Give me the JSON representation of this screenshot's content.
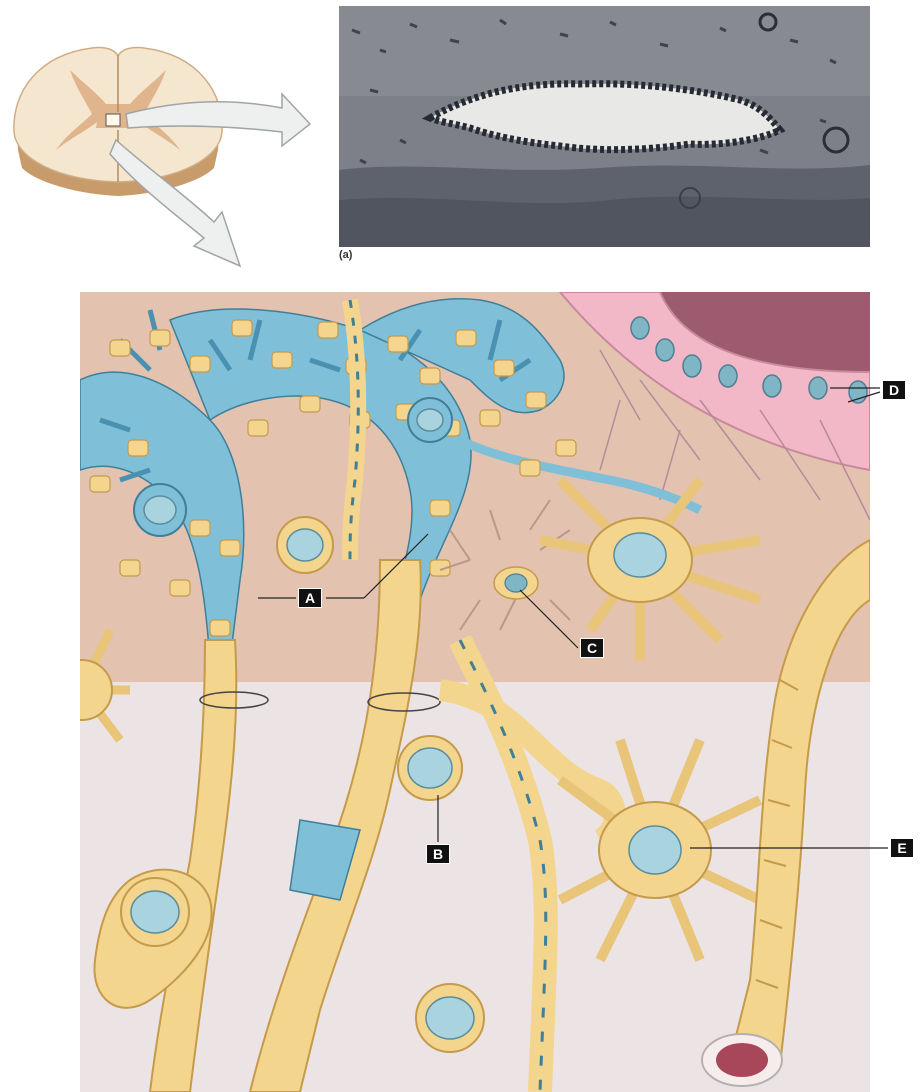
{
  "figure": {
    "caption": "(a)",
    "labels": {
      "a": "A",
      "b": "B",
      "c": "C",
      "d": "D",
      "e": "E"
    }
  },
  "colors": {
    "myelin": "#f3d58e",
    "myelin_outline": "#c59a4a",
    "ependymal_cytoplasm": "#7fc0d8",
    "nucleus": "#a8d3df",
    "gray_matter_bg": "#e3c2b0",
    "white_matter_bg": "#ece4e4",
    "ependyma": "#f2b8c8",
    "canal": "#9c5b6e",
    "micrograph_tissue": "#7d8088",
    "canal_lumen": "#e8e9e6"
  },
  "icons": {
    "spinal_cord": "spinal-cord-cross-section-icon",
    "arrow_right": "arrow-right-icon",
    "arrow_down": "arrow-down-icon"
  }
}
